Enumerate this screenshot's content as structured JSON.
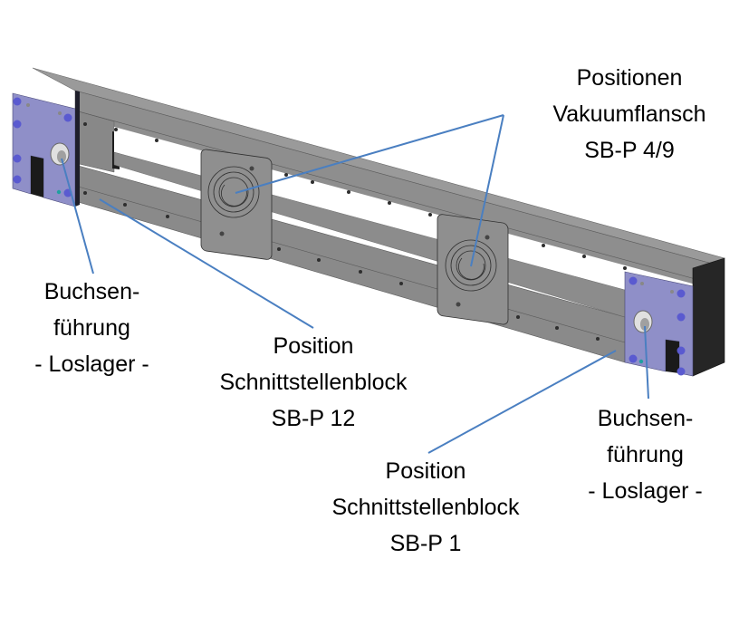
{
  "figure": {
    "subject": "Beam assembly with end plates, vacuum flanges and interface block positions",
    "colors": {
      "beam_gray": "#8c8c8c",
      "beam_top": "#969696",
      "end_plate": "#8f8fc8",
      "dark_face": "#262626",
      "leader_line": "#4a7fc1",
      "label_text": "#000000"
    }
  },
  "labels": {
    "vakuumflansch": {
      "lines": [
        "Positionen",
        "Vakuumflansch",
        "SB-P 4/9"
      ]
    },
    "buchsen_left": {
      "lines": [
        "Buchsen-",
        "führung",
        "- Loslager -"
      ]
    },
    "schnittstelle_12": {
      "lines": [
        "Position",
        "Schnittstellenblock",
        "SB-P 12"
      ]
    },
    "buchsen_right": {
      "lines": [
        "Buchsen-",
        "führung",
        "- Loslager -"
      ]
    },
    "schnittstelle_1": {
      "lines": [
        "Position",
        "Schnittstellenblock",
        "SB-P 1"
      ]
    }
  }
}
